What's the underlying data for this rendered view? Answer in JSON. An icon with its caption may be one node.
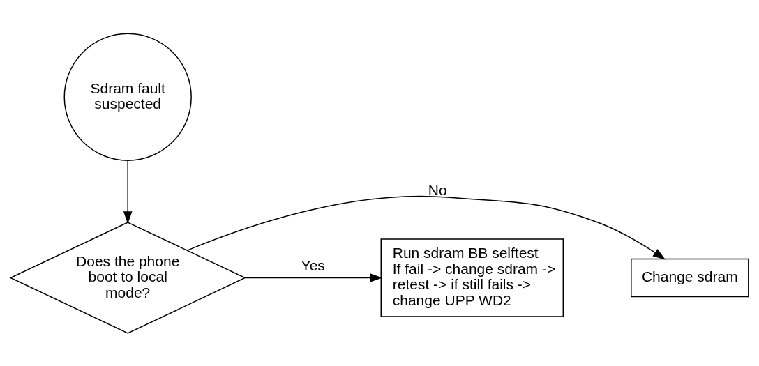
{
  "diagram": {
    "nodes": [
      {
        "text": [
          "Sdram fault suspected"
        ]
      },
      {
        "text": [
          "Does the phone boot to local mode?"
        ]
      },
      {
        "text": [
          "Change sdram"
        ]
      },
      {
        "text": [
          "Run sdram BB selftest",
          "If fail -> change sdram -> retest -> if still fails -> change UPP WD2"
        ]
      }
    ],
    "edges": [
      {
        "from": 0,
        "to": 1,
        "arrow": "to"
      },
      {
        "from": 1,
        "to": 2,
        "arrow": "to",
        "label": "No"
      },
      {
        "from": 1,
        "to": 3,
        "arrow": "to",
        "label": "Yes"
      }
    ]
  }
}
